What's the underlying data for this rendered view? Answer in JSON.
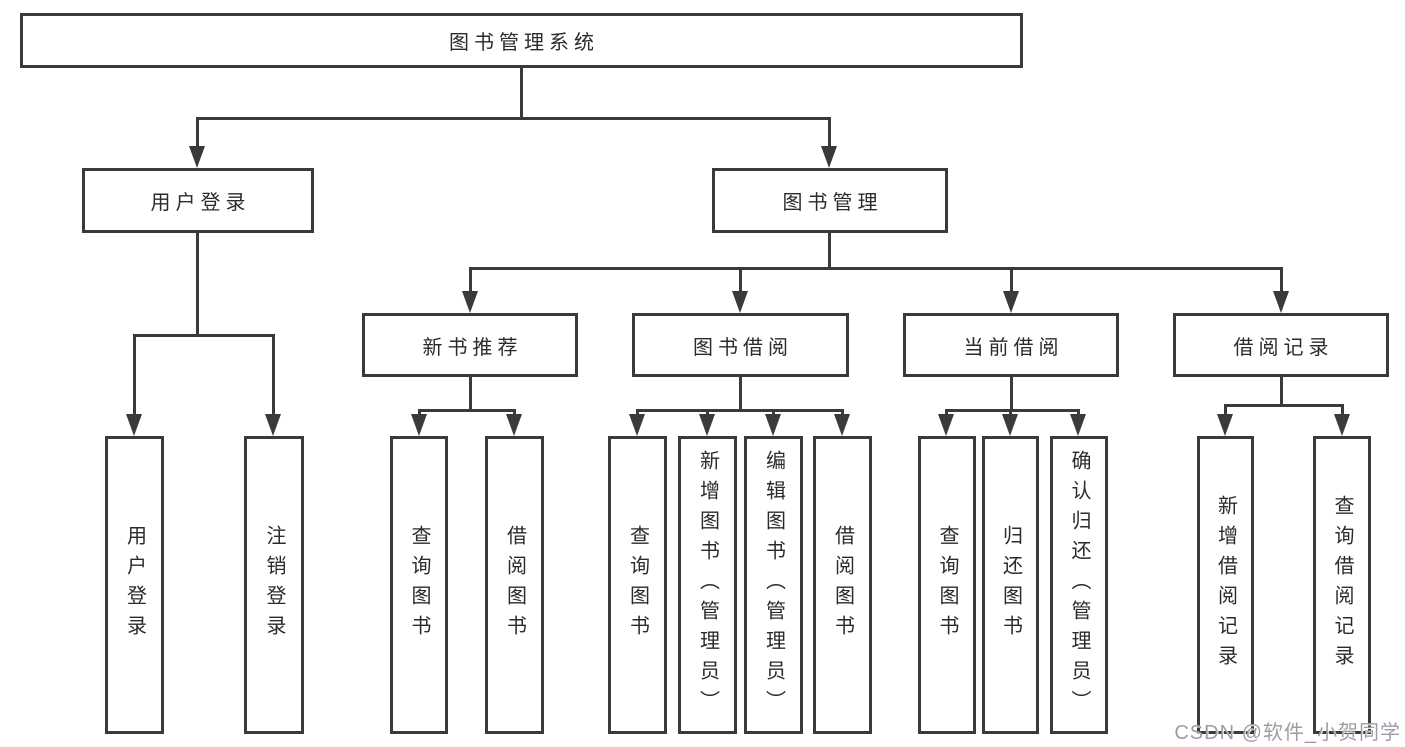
{
  "nodes": {
    "root": "图书管理系统",
    "user_login": {
      "label": "用户登录",
      "children": [
        "用户登录",
        "注销登录"
      ]
    },
    "book_management": {
      "label": "图书管理",
      "sections": [
        {
          "label": "新书推荐",
          "children": [
            "查询图书",
            "借阅图书"
          ]
        },
        {
          "label": "图书借阅",
          "children": [
            "查询图书",
            "新增图书（管理员）",
            "编辑图书（管理员）",
            "借阅图书"
          ]
        },
        {
          "label": "当前借阅",
          "children": [
            "查询图书",
            "归还图书",
            "确认归还（管理员）"
          ]
        },
        {
          "label": "借阅记录",
          "children": [
            "新增借阅记录",
            "查询借阅记录"
          ]
        }
      ]
    }
  },
  "watermark": "CSDN @软件_小贺同学",
  "colors": {
    "line": "#3a3a3a",
    "text": "#2b2b2b",
    "background": "#ffffff",
    "watermark": "#9d9da5"
  }
}
